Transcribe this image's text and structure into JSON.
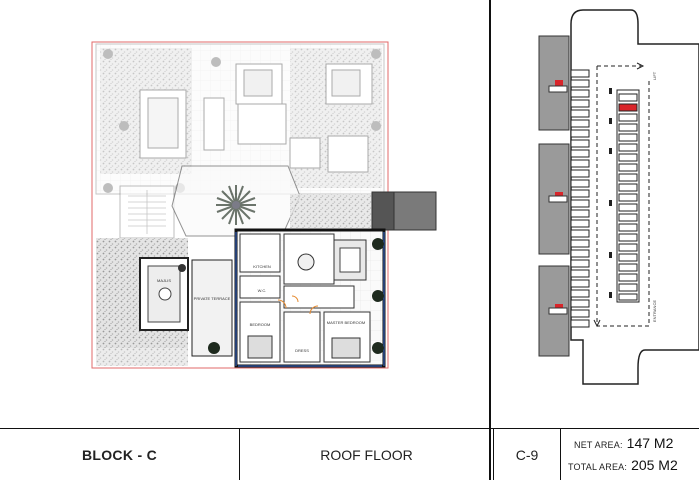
{
  "footer": {
    "block": "BLOCK - C",
    "floor": "ROOF FLOOR",
    "unit_code": "C-9",
    "net_area_label": "NET AREA:",
    "net_area_value": "147 M2",
    "total_area_label": "TOTAL AREA:",
    "total_area_value": "205 M2"
  },
  "plan": {
    "labels": {
      "majlis": "MAJLIS",
      "private_terrace": "PRIVATE TERRACE",
      "kitchen": "KITCHEN",
      "bedroom": "BEDROOM",
      "master_bedroom": "MASTER BEDROOM",
      "dressing": "DRESS",
      "wc": "W.C."
    }
  },
  "site": {
    "lift_label": "LIFT",
    "entrance_label": "ENTRANCE",
    "highlighted_unit_color": "#d9252a"
  }
}
